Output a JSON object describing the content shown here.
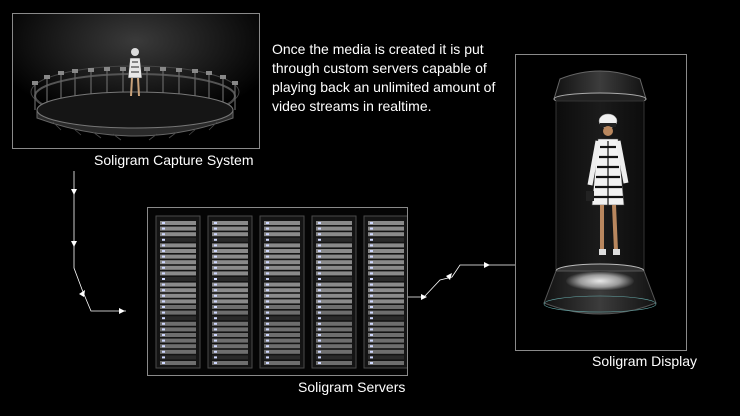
{
  "description": "Once the media is created it is put through custom servers capable of playing back an unlimited amount of video streams in realtime.",
  "capture": {
    "label": "Soligram Capture System"
  },
  "servers": {
    "label": "Soligram Servers",
    "rack_count": 5
  },
  "display": {
    "label": "Soligram Display"
  },
  "colors": {
    "background": "#000000",
    "border": "#8a8a8a",
    "text": "#ffffff",
    "connector": "#ffffff"
  }
}
